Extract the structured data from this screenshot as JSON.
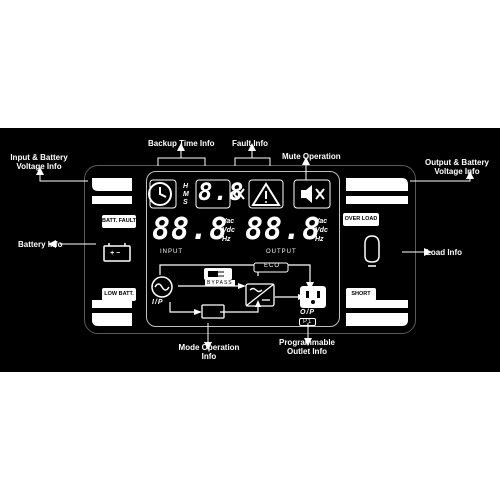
{
  "annotations": {
    "input_battery_voltage": "Input & Battery\nVoltage Info",
    "backup_time": "Backup Time Info",
    "fault": "Fault Info",
    "mute": "Mute Operation",
    "output_battery_voltage": "Output & Battery\nVoltage Info",
    "battery": "Battery Info",
    "load": "Load Info",
    "mode_operation": "Mode Operation\nInfo",
    "programmable_outlet": "Programmable\nOutlet Info"
  },
  "display": {
    "time_digits": "8.8",
    "time_units": [
      "H",
      "M",
      "S"
    ],
    "input_digits": "88.8",
    "output_digits": "88.8",
    "input_units": [
      "Vac",
      "Vdc",
      "Hz"
    ],
    "output_units": [
      "Vac",
      "Vdc",
      "Hz"
    ],
    "input_label": "INPUT",
    "output_label": "OUTPUT",
    "batt_fault": "BATT. FAULT",
    "low_batt": "LOW BATT.",
    "over_load": "OVER LOAD",
    "short": "SHORT",
    "bypass": "BYPASS",
    "eco": "ECO",
    "ip": "I/P",
    "op": "O/P",
    "p1": "P1",
    "battery_symbol": "+  −"
  },
  "colors": {
    "background": "#000000",
    "foreground": "#ffffff",
    "page": "#ffffff"
  },
  "icons": [
    "clock-icon",
    "fault-triangle-icon",
    "mute-speaker-icon",
    "battery-icon",
    "plug-icon",
    "ac-source-icon",
    "inverter-icon",
    "outlet-icon",
    "load-bulb-icon",
    "double-chevron-icon"
  ]
}
